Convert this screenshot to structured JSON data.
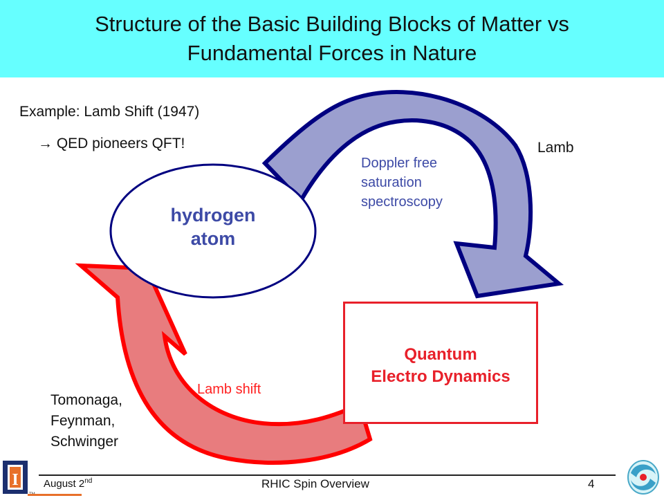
{
  "slide": {
    "title_line1": "Structure of the Basic Building Blocks of Matter vs",
    "title_line2": "Fundamental Forces in Nature"
  },
  "notes": {
    "example": "Example: Lamb Shift (1947)",
    "arrow_glyph": "→",
    "qed": " QED  pioneers QFT!"
  },
  "diagram": {
    "atom_line1": "hydrogen",
    "atom_line2": "atom",
    "qed_line1": "Quantum",
    "qed_line2": "Electro Dynamics",
    "upper_arrow_person": "Lamb",
    "upper_arrow_line1": "Doppler free",
    "upper_arrow_line2": "saturation",
    "upper_arrow_line3": "spectroscopy",
    "lower_arrow_label": "Lamb shift",
    "names_line1": "Tomonaga,",
    "names_line2": "Feynman,",
    "names_line3": "Schwinger"
  },
  "footer": {
    "date_prefix": "August 2",
    "date_suffix": "nd",
    "center": "RHIC Spin Overview",
    "page": "4",
    "logo_letter": "I",
    "tm": "TM"
  },
  "colors": {
    "title_bg": "#66ffff",
    "blue_arrow_fill": "#9b9fcf",
    "blue_arrow_stroke": "#000080",
    "red_arrow_fill": "#e87c7e",
    "red_arrow_stroke": "#ff0000",
    "atom_text": "#3d4aa6",
    "qed_red": "#e8202a"
  }
}
